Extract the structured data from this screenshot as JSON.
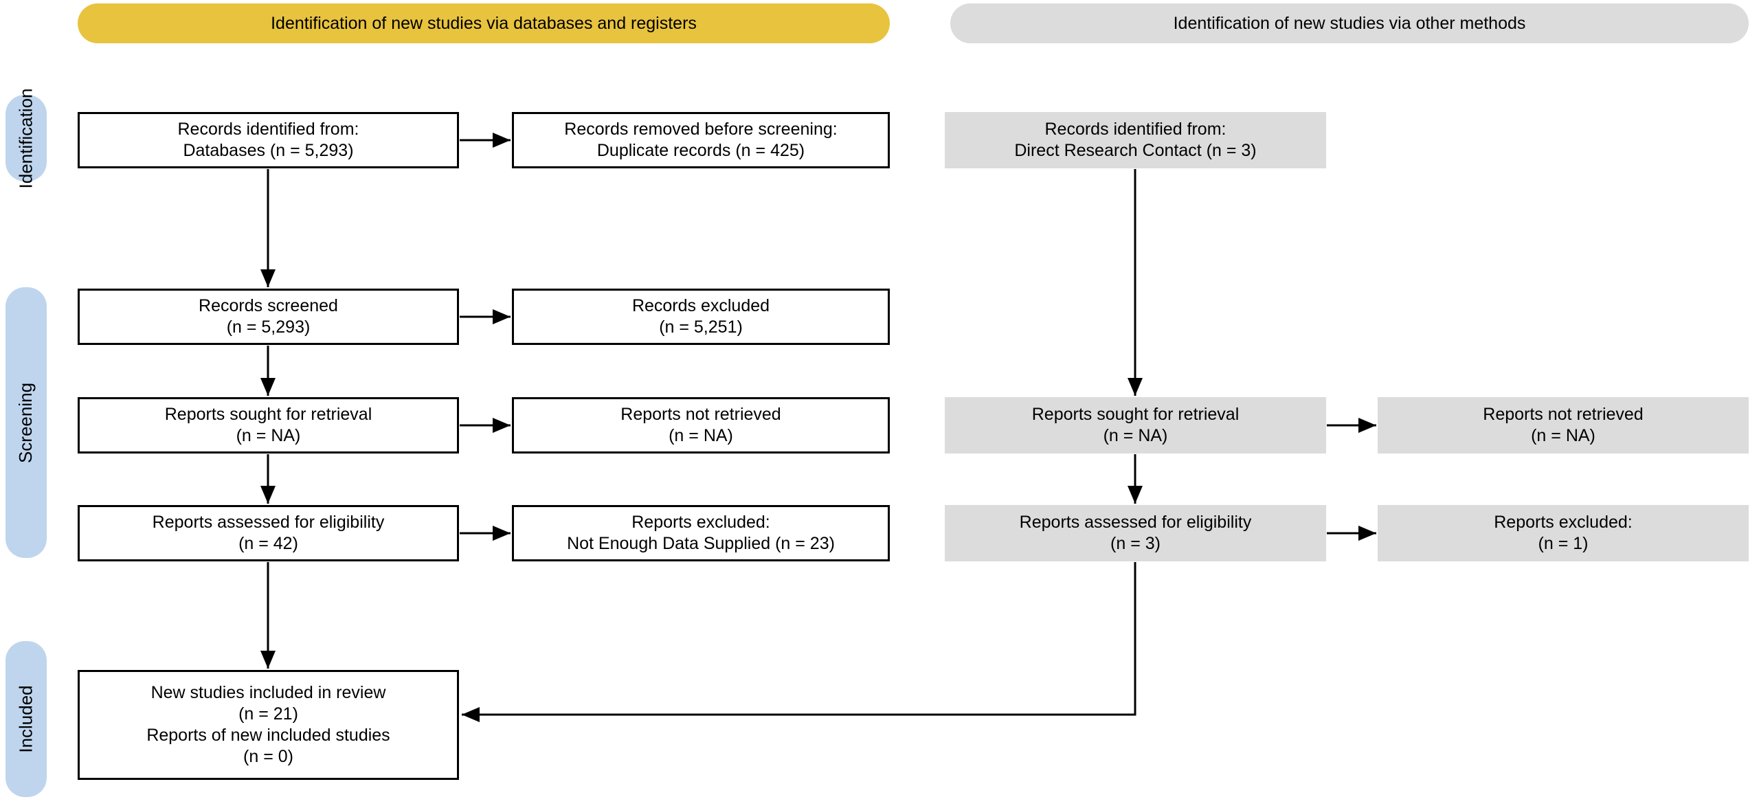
{
  "headers": {
    "databases": "Identification of new studies via databases and registers",
    "other_methods": "Identification of new studies via other methods"
  },
  "stages": {
    "identification": "Identification",
    "screening": "Screening",
    "included": "Included"
  },
  "boxes": {
    "db_identified": {
      "lines": [
        "Records identified from:",
        "Databases (n = 5,293)"
      ]
    },
    "db_removed": {
      "lines": [
        "Records removed before screening:",
        "Duplicate records (n = 425)"
      ]
    },
    "other_identified": {
      "lines": [
        "Records identified from:",
        "Direct Research Contact (n = 3)"
      ]
    },
    "db_screened": {
      "lines": [
        "Records screened",
        "(n = 5,293)"
      ]
    },
    "db_excluded": {
      "lines": [
        "Records excluded",
        "(n = 5,251)"
      ]
    },
    "db_sought": {
      "lines": [
        "Reports sought for retrieval",
        "(n = NA)"
      ]
    },
    "db_not_retrieved": {
      "lines": [
        "Reports not retrieved",
        "(n = NA)"
      ]
    },
    "other_sought": {
      "lines": [
        "Reports sought for retrieval",
        "(n = NA)"
      ]
    },
    "other_not_retrieved": {
      "lines": [
        "Reports not retrieved",
        "(n = NA)"
      ]
    },
    "db_assessed": {
      "lines": [
        "Reports assessed for eligibility",
        "(n = 42)"
      ]
    },
    "db_reports_excluded": {
      "lines": [
        "Reports excluded:",
        "Not Enough Data Supplied (n = 23)"
      ]
    },
    "other_assessed": {
      "lines": [
        "Reports assessed for eligibility",
        "(n = 3)"
      ]
    },
    "other_reports_excluded": {
      "lines": [
        "Reports excluded:",
        "(n = 1)"
      ]
    },
    "included": {
      "lines": [
        "New studies included in review",
        "(n = 21)",
        "Reports of new included studies",
        "(n = 0)"
      ]
    }
  },
  "colors": {
    "header-db-bg": "#E8C33E",
    "header-other-bg": "#DCDCDC",
    "stage-bg": "#BFD5EE",
    "gray-box-bg": "#DCDCDC",
    "white-box-bg": "#FFFFFF",
    "line": "#000000",
    "text": "#000000"
  }
}
